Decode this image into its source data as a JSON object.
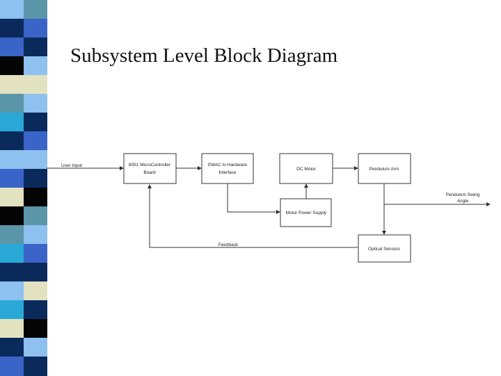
{
  "slide": {
    "title": "Subsystem Level Block Diagram"
  },
  "diagram": {
    "blocks": {
      "micro_line1": "8051 MicroController",
      "micro_line2": "Board",
      "emac_line1": "EMAC to Hardware",
      "emac_line2": "Interface",
      "dc_motor": "DC Motor",
      "pendulum_arm": "Pendulum Arm",
      "motor_power_supply": "Motor Power Supply",
      "optical_sensors": "Optical Sensors"
    },
    "labels": {
      "user_input": "User Input",
      "output_line1": "Pendulum Swing",
      "output_line2": "Angle",
      "feedback": "Feedback"
    }
  },
  "colors": {
    "stripe_navy": "#0b2a5c",
    "stripe_blue": "#3a64c8",
    "stripe_teal": "#5a96a8",
    "stripe_sky": "#8ec0f0",
    "stripe_cream": "#e2e2c0",
    "stripe_black": "#050505",
    "stripe_cyan": "#2aa8d8"
  }
}
